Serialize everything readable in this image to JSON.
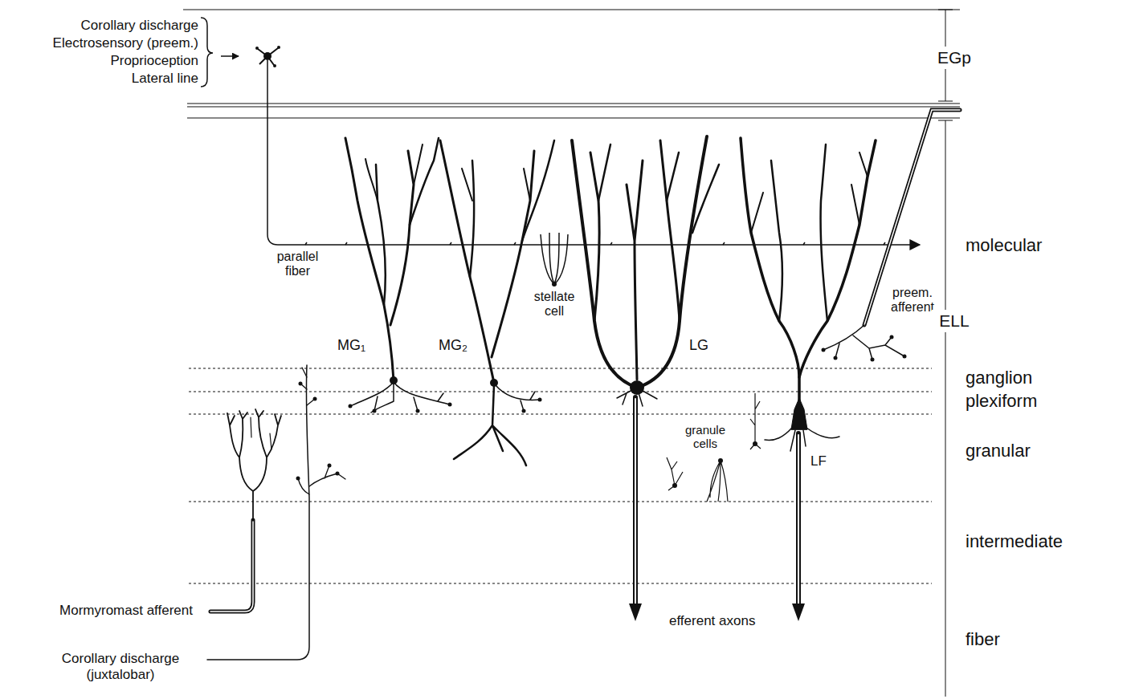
{
  "diagram": {
    "labels": [
      "Corollary discharge",
      "Electrosensory (preem.)",
      "Proprioception",
      "Lateral line",
      "EGp",
      "molecular",
      "parallel fiber",
      "MG₁",
      "MG₂",
      "stellate cell",
      "LG",
      "preem. afferent",
      "ELL",
      "ganglion",
      "plexiform",
      "granule cells",
      "granular",
      "LF",
      "intermediate",
      "Mormyromast afferent",
      "efferent axons",
      "fiber",
      "Corollary discharge (juxtalobar)"
    ]
  }
}
